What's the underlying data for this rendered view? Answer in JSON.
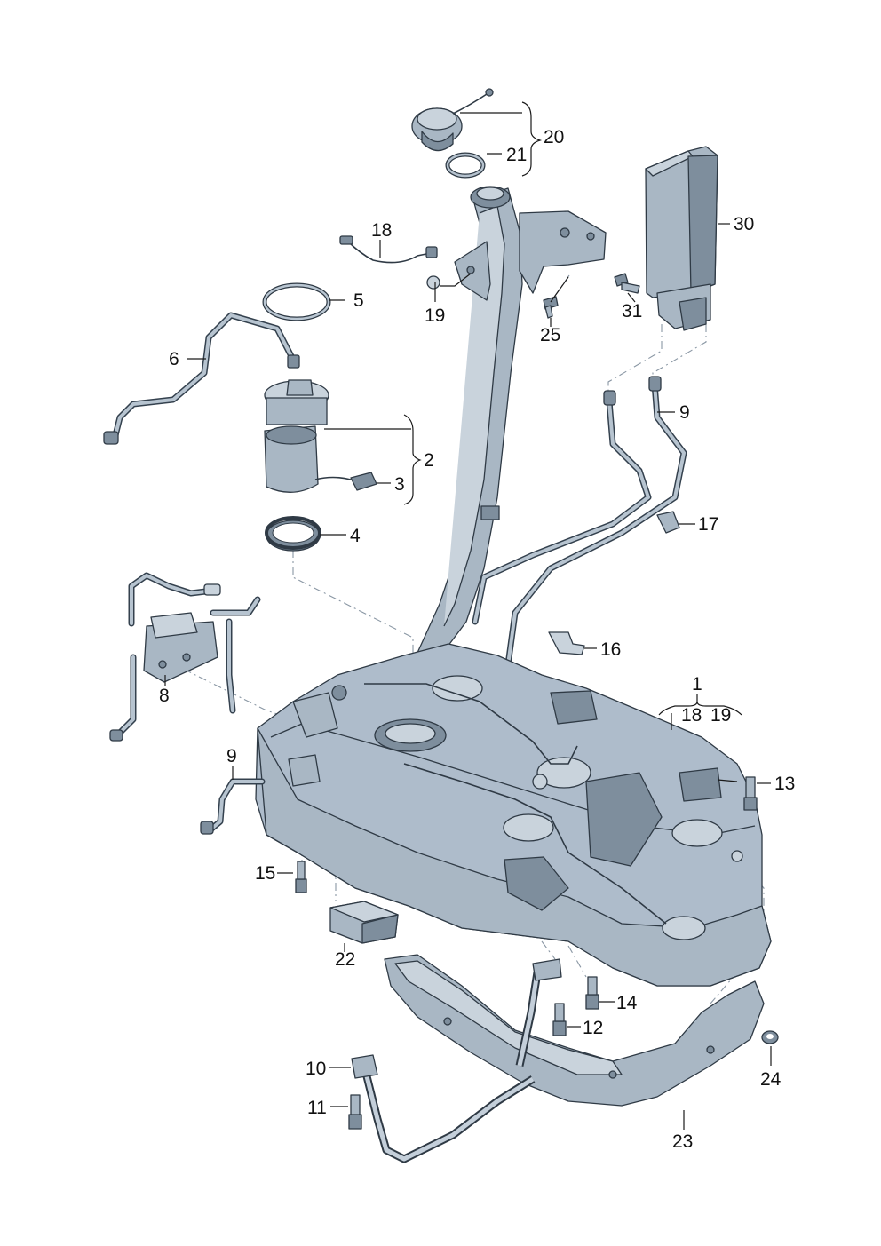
{
  "callouts": {
    "p1": "1",
    "p1_18": "18",
    "p1_19": "19",
    "p2": "2",
    "p3": "3",
    "p4": "4",
    "p5": "5",
    "p6": "6",
    "p8": "8",
    "p9_top": "9",
    "p9_left": "9",
    "p10": "10",
    "p11": "11",
    "p12": "12",
    "p13": "13",
    "p14": "14",
    "p15": "15",
    "p16": "16",
    "p17": "17",
    "p18": "18",
    "p19": "19",
    "p20": "20",
    "p21": "21",
    "p22": "22",
    "p23": "23",
    "p24": "24",
    "p25": "25",
    "p30": "30",
    "p31": "31"
  }
}
